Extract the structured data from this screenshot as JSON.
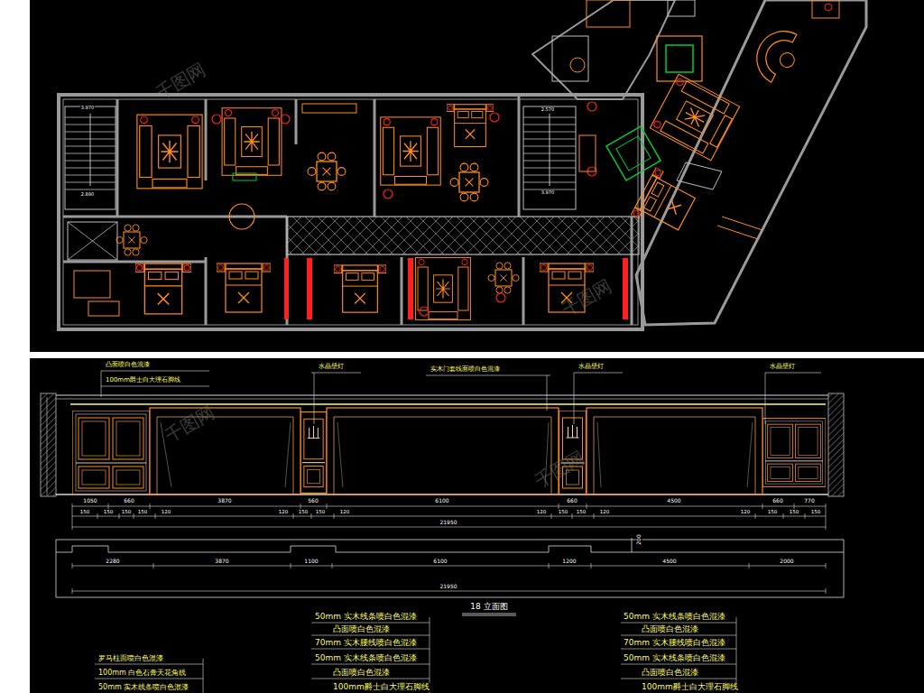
{
  "diagram": {
    "title": "18 立面图",
    "labels": [
      "3.970",
      "2.890",
      "2.570",
      "3.970",
      "凸面喷白色混漆",
      "100mm爵士白大理石脚线",
      "水晶壁灯",
      "实木门套线面喷白色混漆",
      "水晶壁灯",
      "水晶壁灯",
      "1050",
      "660",
      "3870",
      "560",
      "6100",
      "660",
      "4500",
      "660",
      "770",
      "150",
      "150",
      "150",
      "150",
      "120",
      "120",
      "150",
      "150",
      "120",
      "120",
      "150",
      "150",
      "120",
      "120",
      "150",
      "150",
      "150",
      "21950",
      "2280",
      "3870",
      "1100",
      "6100",
      "1200",
      "4500",
      "2000",
      "21950",
      "200",
      "50mm 实木线条喷白色混漆",
      "凸面喷白色混漆",
      "70mm 实木腰线喷白色混漆",
      "50mm 实木线条喷白色混漆",
      "凸面喷白色混漆",
      "100mm爵士白大理石脚线",
      "50mm 实木线条喷白色混漆",
      "凸面喷白色混漆",
      "70mm 实木腰线喷白色混漆",
      "50mm 实木线条喷白色混漆",
      "凸面喷白色混漆",
      "100mm爵士白大理石脚线",
      "罗马柱面喷白色混漆",
      "100mm 白色石膏天花角线",
      "50mm 实木线条喷白色混漆",
      "千图网",
      "千图网",
      "千图网",
      "千图网"
    ]
  }
}
